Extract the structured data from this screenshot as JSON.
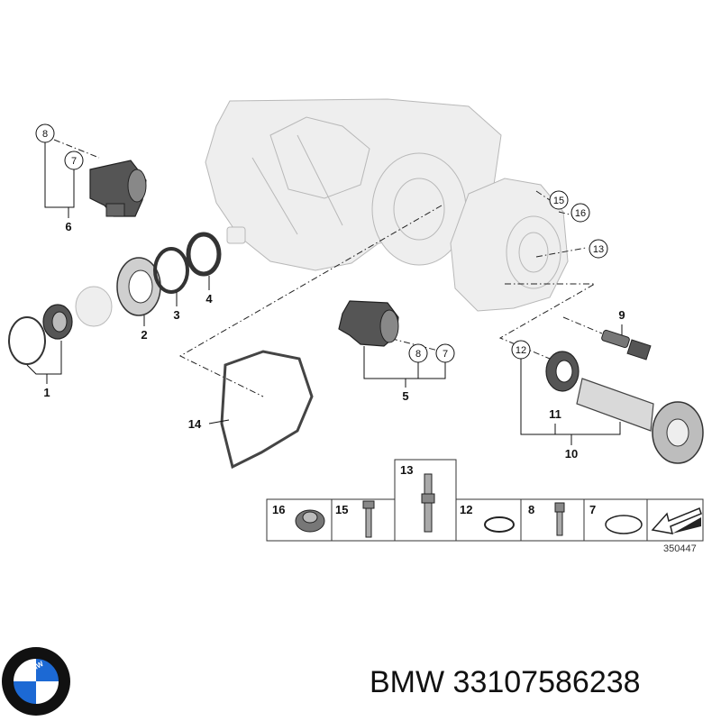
{
  "callouts": {
    "c1": "1",
    "c2": "2",
    "c3": "3",
    "c4": "4",
    "c5": "5",
    "c6": "6",
    "c7a": "7",
    "c7b": "7",
    "c8a": "8",
    "c8b": "8",
    "c9": "9",
    "c10": "10",
    "c11": "11",
    "c12": "12",
    "c13": "13",
    "c14": "14",
    "c15": "15",
    "c16": "16"
  },
  "legend": {
    "cells": [
      {
        "num": "16"
      },
      {
        "num": "15"
      },
      {
        "num": "13"
      },
      {
        "num": "12"
      },
      {
        "num": "8"
      },
      {
        "num": "7"
      }
    ],
    "ref_code": "350447"
  },
  "caption": {
    "brand": "BMW",
    "part_number": "33107586238"
  },
  "logo": {
    "text": "BMW",
    "colors": {
      "blue": "#1c69d4",
      "white": "#ffffff",
      "ring": "#111111"
    }
  }
}
